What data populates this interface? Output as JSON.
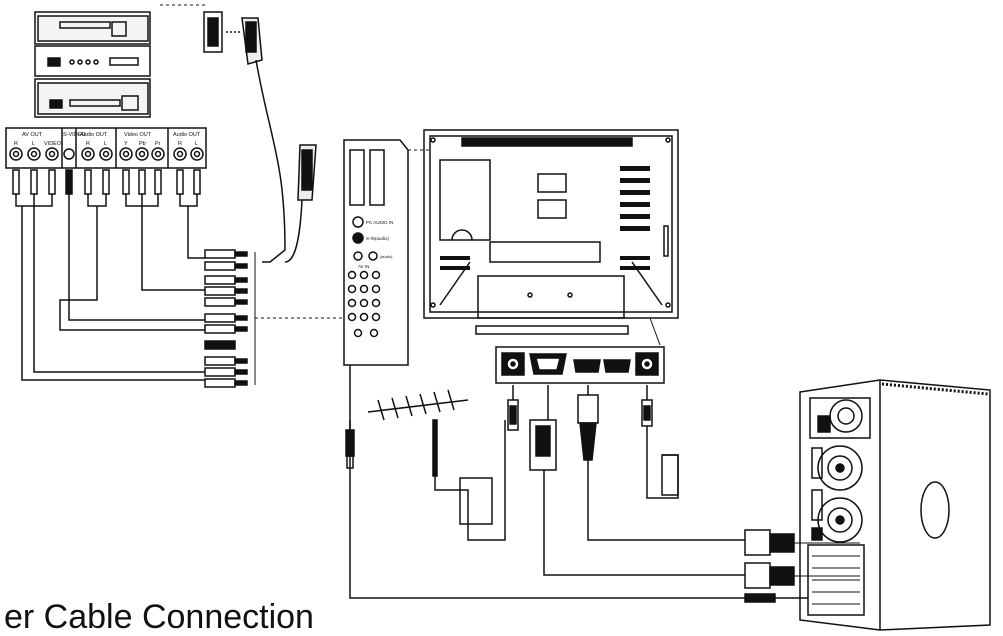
{
  "caption": "er Cable Connection",
  "source_panel": {
    "groups": [
      {
        "title": "AV OUT",
        "jacks": [
          "R",
          "L",
          "VIDEO"
        ]
      },
      {
        "title": "S-VIDEO",
        "jacks": [
          ""
        ]
      },
      {
        "title": "Audio OUT",
        "jacks": [
          "R",
          "L"
        ]
      },
      {
        "title": "Video OUT",
        "jacks": [
          "Y",
          "Pb",
          "Pr"
        ]
      },
      {
        "title": "Audio OUT",
        "jacks": [
          "R",
          "L"
        ]
      }
    ]
  },
  "tv_side_panel": {
    "pc_audio_label": "PC AUDIO IN",
    "spdif_label": "S-IN(audio)",
    "audio_label": "(audio)",
    "av_in_label": "AV IN"
  },
  "colors": {
    "line": "#111111",
    "fill_dark": "#111111",
    "paper": "#ffffff"
  }
}
